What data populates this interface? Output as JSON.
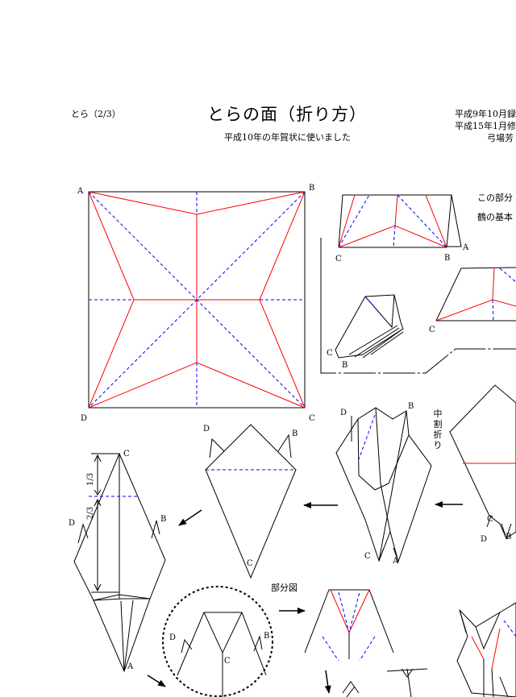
{
  "header": {
    "page_label": "とら（2/3）",
    "title": "とらの面（折り方）",
    "subtitle": "平成10年の年賀状に使いました",
    "date_line_1": "平成9年10月録",
    "date_line_2": "平成15年1月修",
    "author": "弓場芳"
  },
  "note": {
    "line_1": "この部分",
    "line_2": "鶴の基本"
  },
  "labels": {
    "A": "A",
    "B": "B",
    "C": "C",
    "D": "D",
    "one_third": "1/3",
    "two_thirds": "2/3",
    "inside_reverse": "中割折り",
    "detail_view": "部分図"
  },
  "line_styles": {
    "mountain_color": "#ff0000",
    "valley_color": "#0000ff",
    "outline_color": "#000000"
  }
}
